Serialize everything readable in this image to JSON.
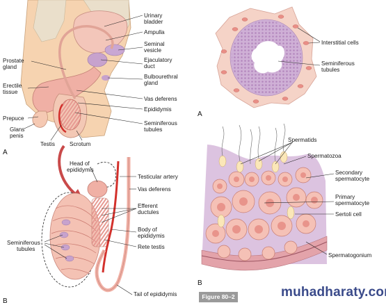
{
  "panelA": {
    "letter": "A",
    "labels": {
      "urinary_bladder": "Urinary bladder",
      "ampulla": "Ampulla",
      "seminal_vesicle": "Seminal vesicle",
      "ejaculatory_duct": "Ejaculatory duct",
      "bulbourethral_gland": "Bulbourethral gland",
      "vas_deferens": "Vas deferens",
      "epididymis": "Epididymis",
      "seminiferous_tubules": "Seminiferous tubules",
      "prostate_gland": "Prostate gland",
      "erectile_tissue": "Erectile tissue",
      "prepuce": "Prepuce",
      "glans_penis": "Glans penis",
      "testis": "Testis",
      "scrotum": "Scrotum"
    }
  },
  "panelA2": {
    "letter": "A",
    "labels": {
      "interstitial_cells": "Interstitial cells",
      "seminiferous_tubules": "Seminiferous tubules"
    }
  },
  "panelB": {
    "letter": "B",
    "labels": {
      "head_of_epididymis": "Head of epididymis",
      "testicular_artery": "Testicular artery",
      "vas_deferens": "Vas deferens",
      "efferent_ductules": "Efferent ductules",
      "body_of_epididymis": "Body of epididymis",
      "rete_testis": "Rete testis",
      "seminiferous_tubules": "Seminiferous tubules",
      "tail_of_epididymis": "Tail of epididymis"
    }
  },
  "panelB2": {
    "letter": "B",
    "labels": {
      "spermatids": "Spermatids",
      "spermatozoa": "Spermatozoa",
      "secondary_spermatocyte": "Secondary spermatocyte",
      "primary_spermatocyte": "Primary spermatocyte",
      "sertoli_cell": "Sertoli cell",
      "spermatogonium": "Spermatogonium"
    }
  },
  "figure_label": "Figure 80–2",
  "watermark": "muhadharaty.com",
  "colors": {
    "tissue_pink": "#f0b9b0",
    "skin": "#f6d3b0",
    "tubule_purple": "#c7a2cd",
    "artery_red": "#d3312c",
    "arrow_red": "#c94a4a"
  }
}
